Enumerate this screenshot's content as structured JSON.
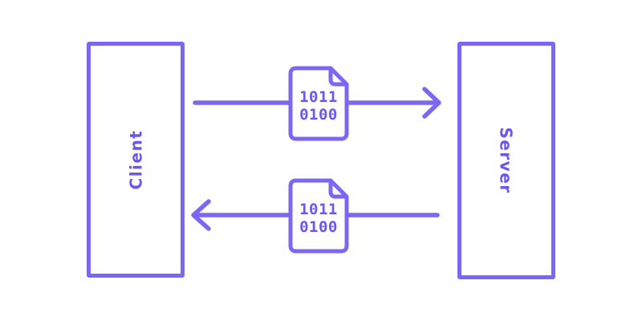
{
  "theme": {
    "background": "#ffffff",
    "accent": "#7d66f2",
    "text": "#6e55ef"
  },
  "diagram": {
    "nodes": {
      "client": {
        "label": "Client"
      },
      "server": {
        "label": "Server"
      }
    },
    "messages": {
      "request": {
        "from": "client",
        "to": "server",
        "direction": "right",
        "file_lines": [
          "1011",
          "0100"
        ]
      },
      "response": {
        "from": "server",
        "to": "client",
        "direction": "left",
        "file_lines": [
          "1011",
          "0100"
        ]
      }
    }
  }
}
